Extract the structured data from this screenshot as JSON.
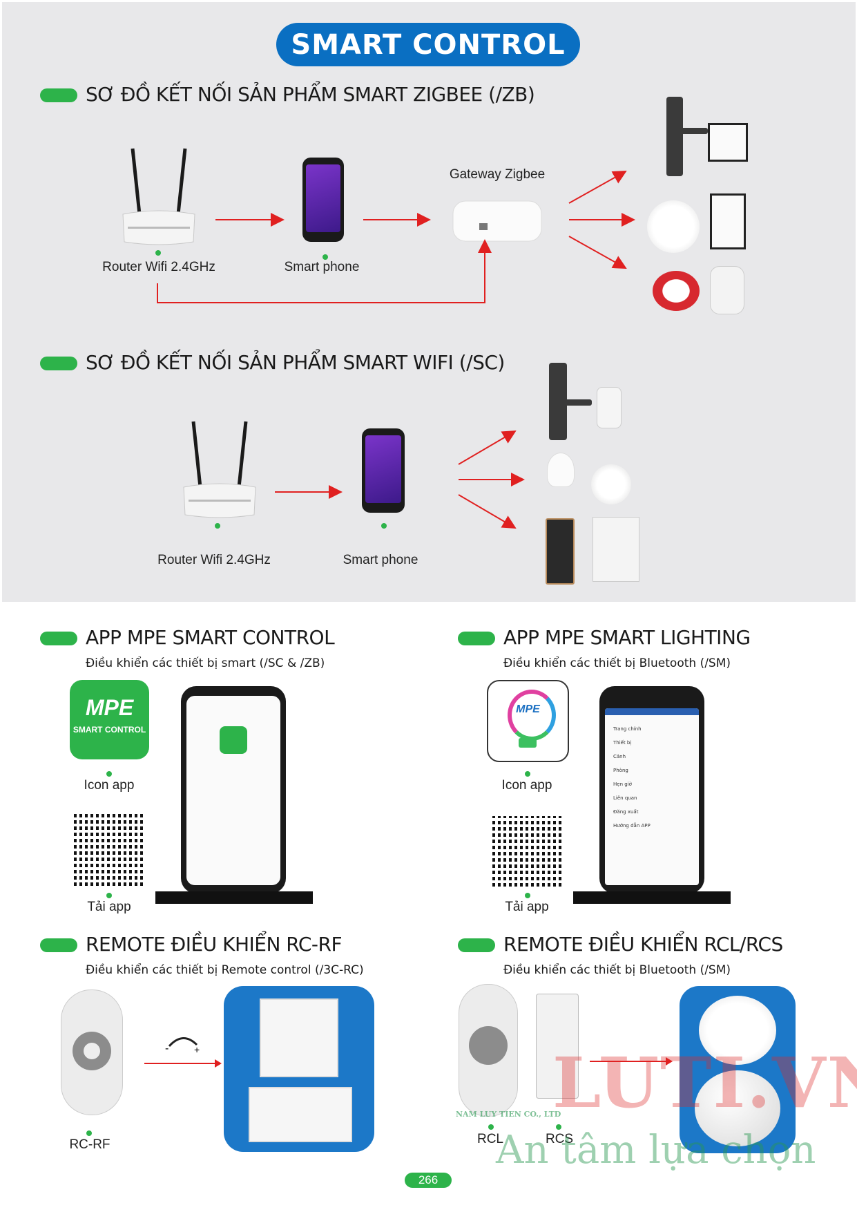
{
  "header": {
    "title": "SMART CONTROL"
  },
  "zigbee": {
    "heading": "SƠ ĐỒ KẾT NỐI SẢN PHẨM SMART ZIGBEE (/ZB)",
    "router_label": "Router Wifi 2.4GHz",
    "phone_label": "Smart phone",
    "gateway_label": "Gateway Zigbee"
  },
  "wifi": {
    "heading": "SƠ ĐỒ KẾT NỐI SẢN PHẨM SMART WIFI (/SC)",
    "router_label": "Router Wifi 2.4GHz",
    "phone_label": "Smart phone"
  },
  "app_control": {
    "heading": "APP MPE SMART CONTROL",
    "subtitle": "Điều khiển các thiết bị smart (/SC & /ZB)",
    "logo_text": "MPE",
    "logo_sub": "SMART CONTROL",
    "icon_label": "Icon app",
    "download_label": "Tải app"
  },
  "app_lighting": {
    "heading": "APP MPE SMART LIGHTING",
    "subtitle": "Điều khiển các thiết bị Bluetooth (/SM)",
    "logo_text": "MPE",
    "icon_label": "Icon app",
    "download_label": "Tải app",
    "menu_items": [
      "Trang chính",
      "Thiết bị",
      "Cảnh",
      "Phòng",
      "Hẹn giờ",
      "Liên quan",
      "Đăng xuất",
      "Hướng dẫn APP"
    ]
  },
  "remote_rf": {
    "heading": "REMOTE ĐIỀU KHIỂN RC-RF",
    "subtitle": "Điều khiển các thiết bị Remote control  (/3C-RC)",
    "label": "RC-RF"
  },
  "remote_rcl": {
    "heading": "REMOTE ĐIỀU KHIỂN RCL/RCS",
    "subtitle": "Điều khiển các thiết bị Bluetooth (/SM)",
    "label_rcl": "RCL",
    "label_rcs": "RCS"
  },
  "watermark": {
    "brand": "LUTI.VN",
    "slogan": "An tâm lựa chọn",
    "company": "NAM LUY TIEN CO., LTD"
  },
  "page_number": "266",
  "colors": {
    "blue": "#0a6fc2",
    "green": "#2db34a",
    "arrow": "#e02020"
  }
}
